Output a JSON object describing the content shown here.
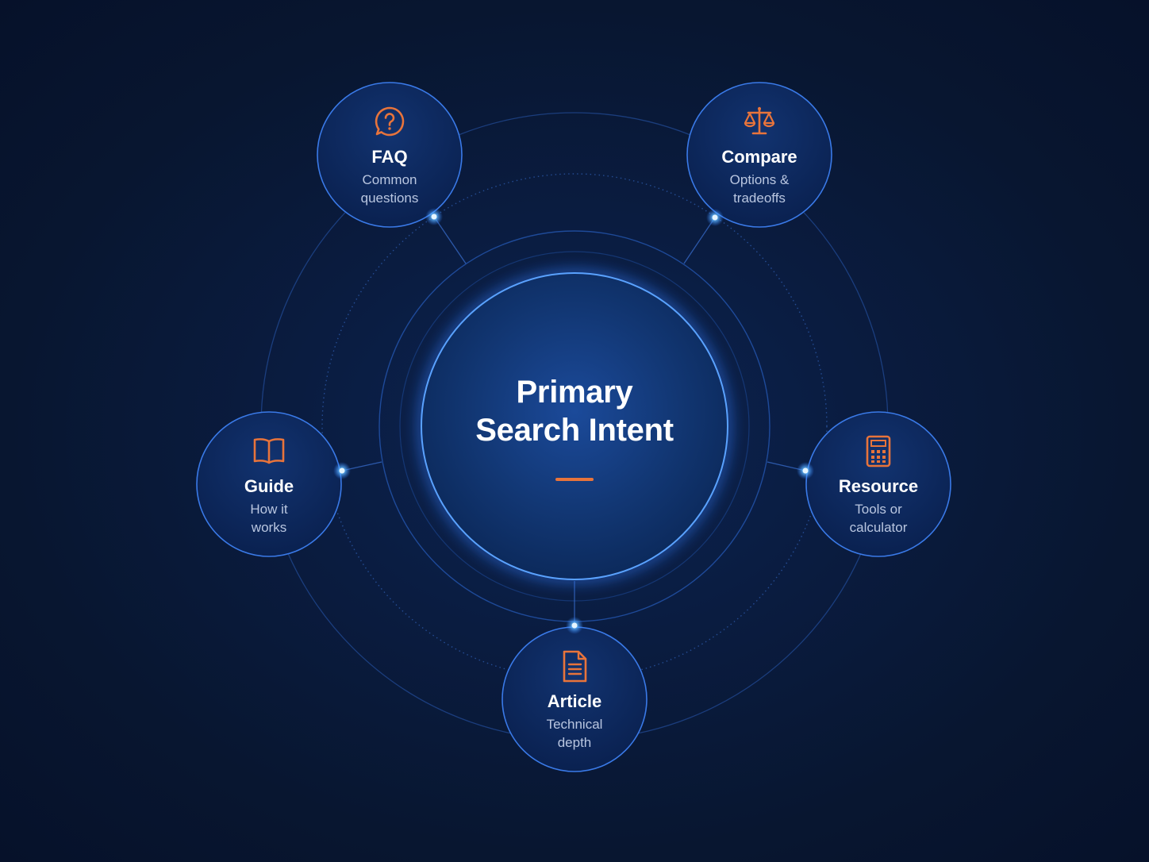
{
  "center": {
    "title_line1": "Primary",
    "title_line2": "Search Intent",
    "accent_color": "#e8743b"
  },
  "nodes": [
    {
      "id": "faq",
      "title": "FAQ",
      "desc_line1": "Common",
      "desc_line2": "questions",
      "icon": "question-bubble-icon"
    },
    {
      "id": "compare",
      "title": "Compare",
      "desc_line1": "Options &",
      "desc_line2": "tradeoffs",
      "icon": "scales-icon"
    },
    {
      "id": "guide",
      "title": "Guide",
      "desc_line1": "How it",
      "desc_line2": "works",
      "icon": "open-book-icon"
    },
    {
      "id": "resource",
      "title": "Resource",
      "desc_line1": "Tools or",
      "desc_line2": "calculator",
      "icon": "calculator-icon"
    },
    {
      "id": "article",
      "title": "Article",
      "desc_line1": "Technical",
      "desc_line2": "depth",
      "icon": "document-icon"
    }
  ],
  "colors": {
    "background": "#081630",
    "ring": "#2f6fe0",
    "node_fill": "#0c2656",
    "icon": "#e8743b",
    "text": "#ffffff",
    "subtext": "#b9c6e0",
    "connector_dot": "#5fb7ff"
  }
}
